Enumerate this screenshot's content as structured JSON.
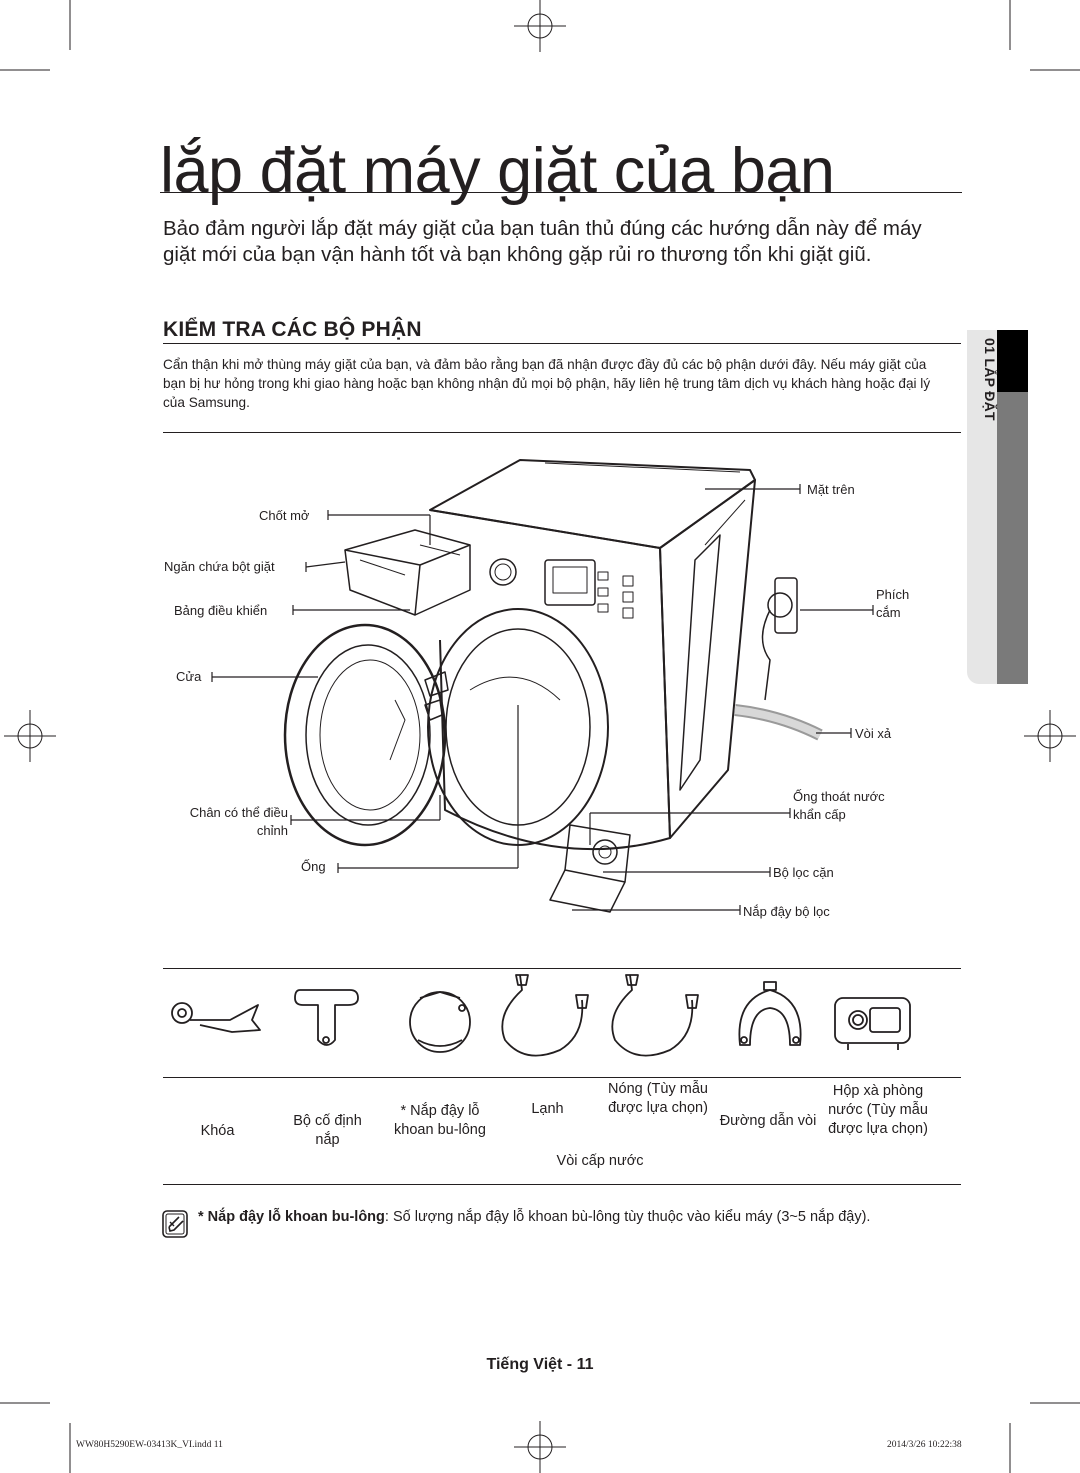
{
  "page": {
    "title": "lắp đặt máy giặt của bạn",
    "intro": "Bảo đảm người lắp đặt máy giặt của bạn tuân thủ đúng các hướng dẫn này để máy giặt mới của bạn vận hành tốt và bạn không gặp rủi ro thương tổn khi giặt giũ."
  },
  "section": {
    "heading": "KIỂM TRA CÁC BỘ PHẬN",
    "description": "Cẩn thận khi mở thùng máy giặt của bạn, và đảm bảo rằng bạn đã nhận được đầy đủ các bộ phận dưới đây. Nếu máy giặt của bạn bị hư hỏng trong khi giao hàng hoặc bạn không nhận đủ mọi bộ phận, hãy liên hệ trung tâm dịch vụ khách hàng hoặc đại lý của Samsung."
  },
  "side_tab": {
    "label": "01 LẮP ĐẶT"
  },
  "diagram_labels": {
    "door_latch": "Chốt mở",
    "detergent_drawer": "Ngăn chứa bột giặt",
    "control_panel": "Bảng điều khiển",
    "door": "Cửa",
    "adjustable_feet": "Chân có thể điều chỉnh",
    "tub": "Ống",
    "top_panel": "Mặt trên",
    "power_plug": "Phích cắm",
    "drain_hose": "Vòi xả",
    "emergency_drain_tube": "Ống thoát nước khẩn cấp",
    "debris_filter": "Bộ lọc cặn",
    "filter_cover": "Nắp đậy bộ lọc"
  },
  "accessories": {
    "spanner": "Khóa",
    "hose_holder_cap": "Bộ cố định nắp",
    "bolt_hole_cover": "* Nắp đậy lỗ khoan bu-lông",
    "cold": "Lạnh",
    "hot": "Nóng (Tùy mẫu được lựa chọn)",
    "water_supply_hose": "Vòi cấp nước",
    "hose_guide": "Đường dẫn vòi",
    "detergent_box": "Hộp xà phòng nước (Tùy mẫu được lựa chọn)"
  },
  "note": {
    "bold": "* Nắp đậy lỗ khoan bu-lông",
    "text": ": Số lượng nắp đậy lỗ khoan bù-lông tùy thuộc vào kiểu máy (3~5 nắp đậy)."
  },
  "footer": {
    "page_label": "Tiếng Việt - 11",
    "file": "WW80H5290EW-03413K_VI.indd   11",
    "timestamp": "2014/3/26   10:22:38"
  },
  "icons": [
    "registration-mark-icon",
    "crop-mark-icon",
    "note-icon"
  ]
}
